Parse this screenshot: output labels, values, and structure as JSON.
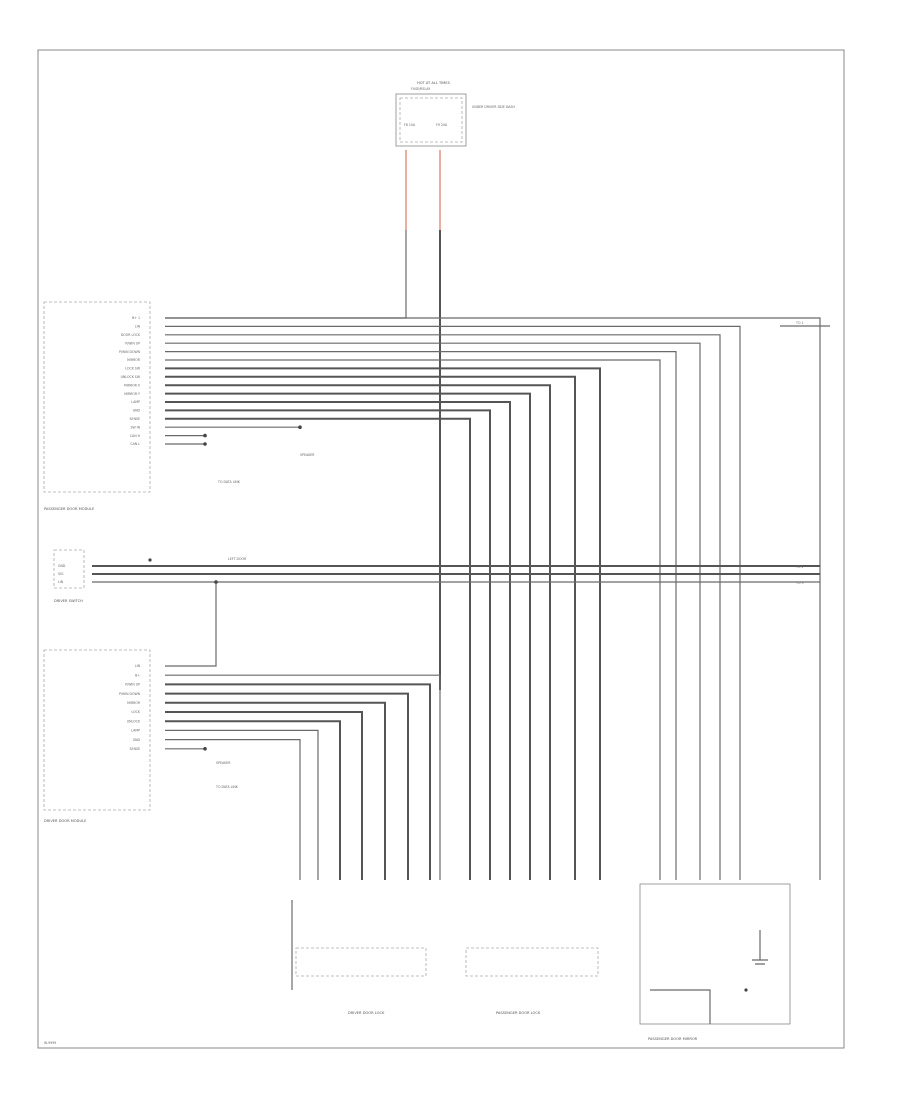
{
  "page_id": "W-9999",
  "fuse_box": {
    "title": "HOT AT ALL TIMES",
    "sub": "FUSE/RELAY",
    "fuses": [
      "F8 10A",
      "F9 20A"
    ],
    "note": "UNDER DRIVER SIDE DASH"
  },
  "module_pass": {
    "title": "PASSENGER DOOR MODULE",
    "pins": [
      "B+ 1",
      "LIN",
      "DOOR LOCK",
      "P/WIN UP",
      "P/WIN DOWN",
      "MIRROR",
      "LOCK SW",
      "UNLOCK SW",
      "MIRROR X",
      "MIRROR Y",
      "LAMP",
      "GND",
      "SENSE",
      "SW IN",
      "CAN H",
      "CAN L"
    ],
    "note_a": "SPEAKER",
    "note_b": "TO DATA LINK"
  },
  "switch": {
    "title": "DRIVER SWITCH",
    "pins": [
      "GND",
      "SIG",
      "LIN"
    ],
    "note": "LEFT DOOR"
  },
  "module_drv": {
    "title": "DRIVER DOOR MODULE",
    "pins": [
      "LIN",
      "B+",
      "P/WIN UP",
      "P/WIN DOWN",
      "MIRROR",
      "LOCK",
      "UNLOCK",
      "LAMP",
      "GND",
      "SENSE"
    ],
    "note_a": "SPEAKER",
    "note_b": "TO DATA LINK"
  },
  "bottom": {
    "drv_lock": "DRIVER DOOR LOCK",
    "pass_lock": "PASSENGER DOOR LOCK",
    "mirror": "PASSENGER DOOR MIRROR"
  },
  "edge_labels": [
    "TO 1",
    "TO 2",
    "TO 3"
  ],
  "colors": {
    "line": "#6a6a6a",
    "accent": "#e08a7a",
    "frame": "#8a8a8a"
  }
}
